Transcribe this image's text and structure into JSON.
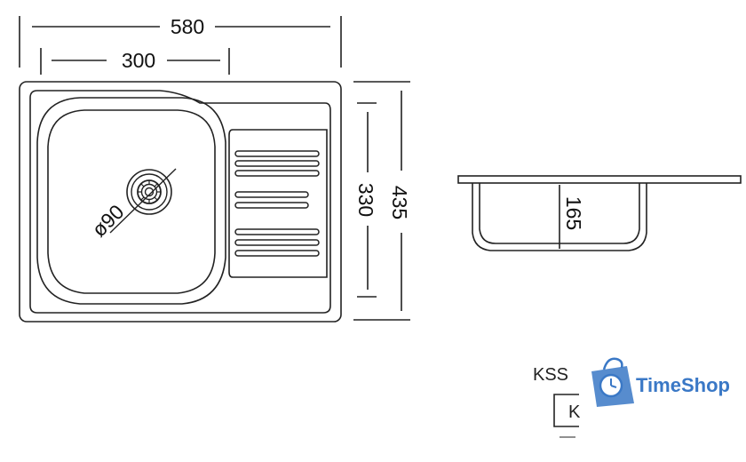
{
  "dimensions": {
    "overall_width": "580",
    "bowl_width": "300",
    "overall_depth": "435",
    "bowl_depth": "330",
    "drain_diameter": "ø90",
    "bowl_height": "165"
  },
  "labels": {
    "model_prefix": "KSS",
    "model_box_text": "K"
  },
  "brand": {
    "name": "TimeShop",
    "color": "#3a78c6",
    "icon": "shopping-bag-clock-icon"
  },
  "colors": {
    "line": "#222222",
    "background": "#ffffff"
  }
}
